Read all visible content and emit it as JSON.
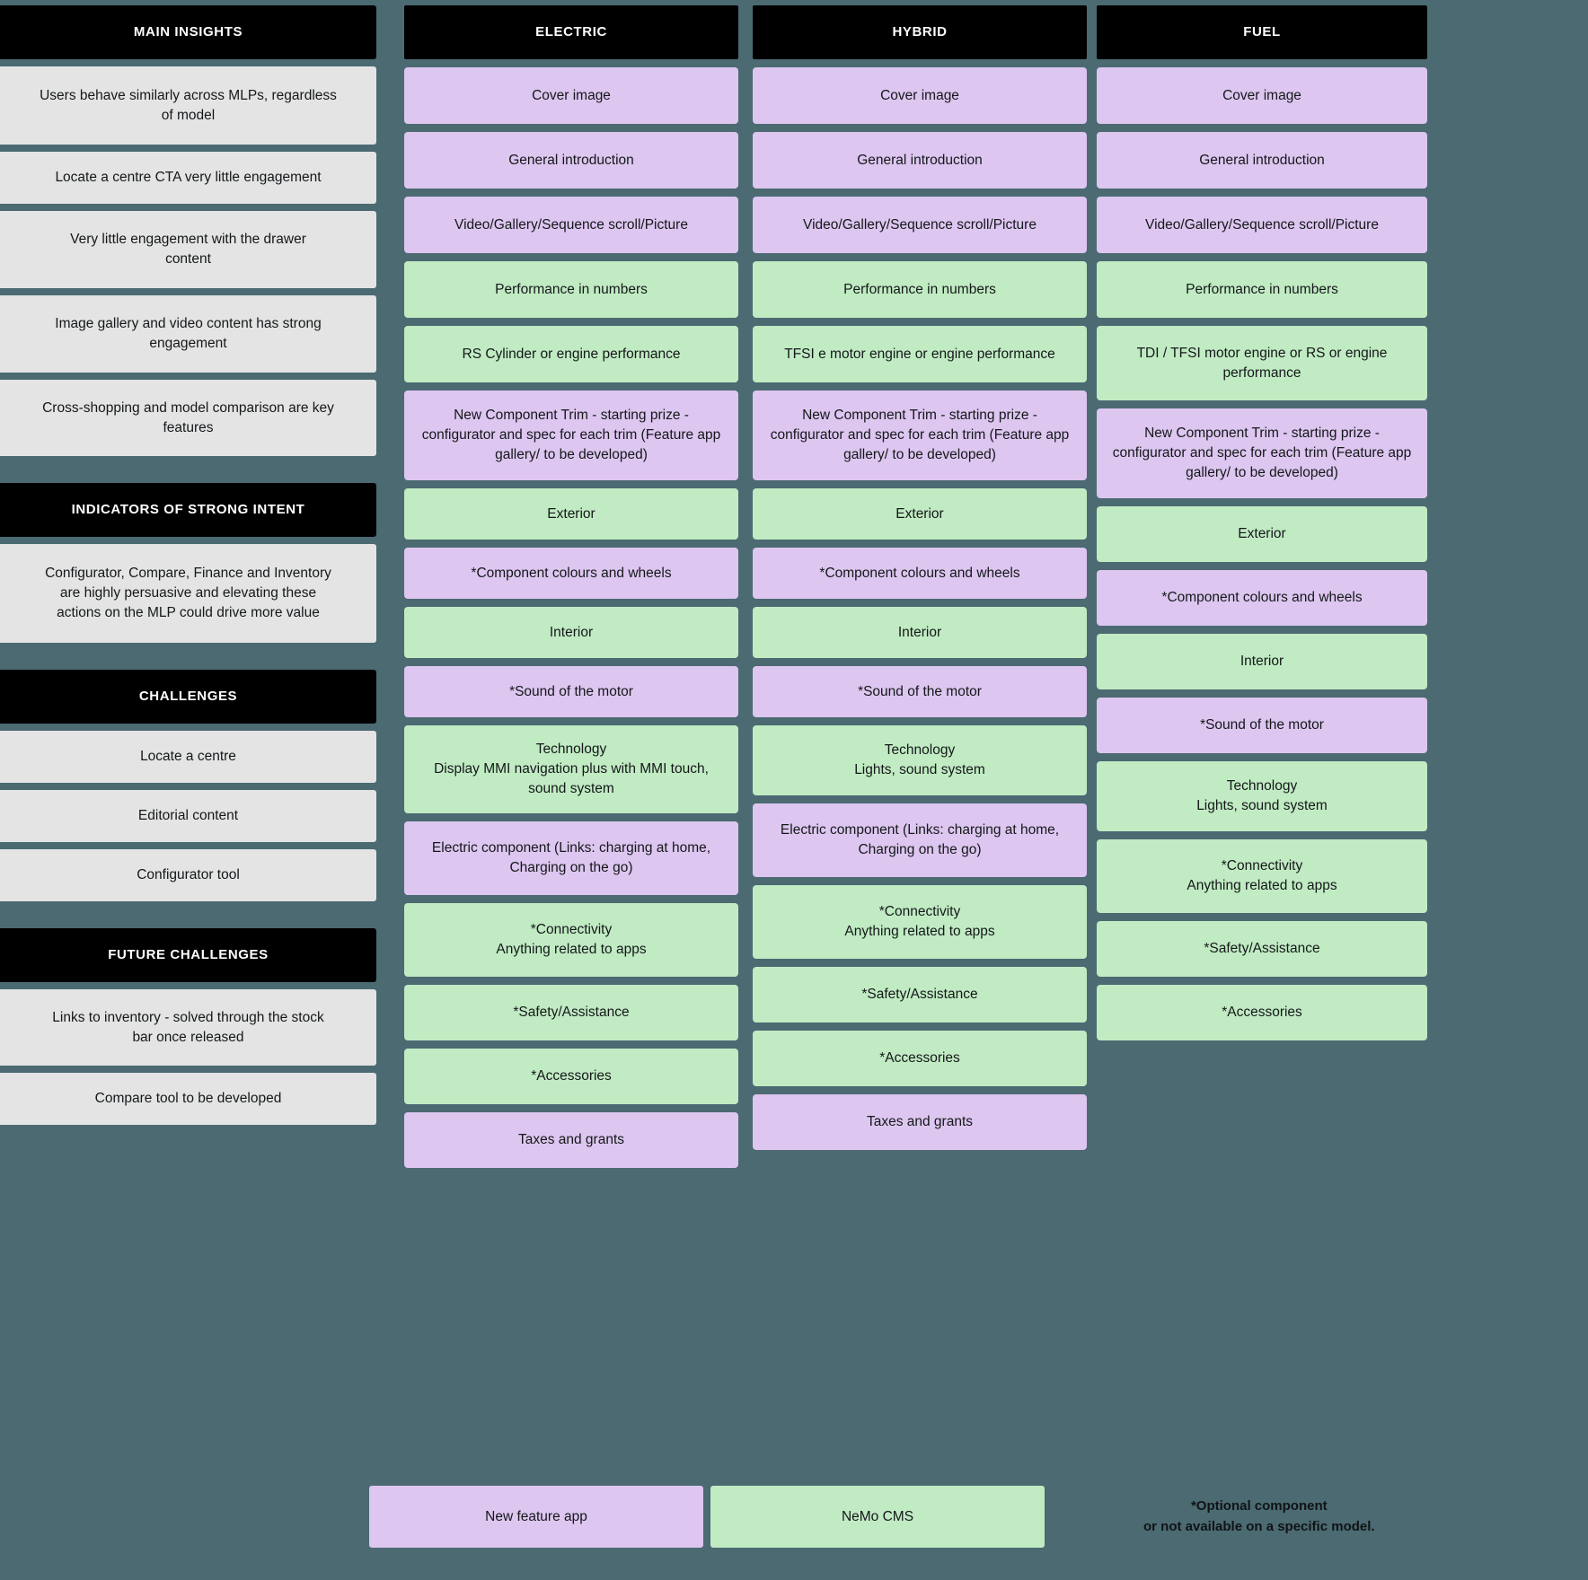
{
  "background_color": "#4b6a72",
  "palette": {
    "header": "#000000",
    "insight_card": "#e4e4e4",
    "purple_card": "#ddc6f0",
    "green_card": "#c1ebc3",
    "text": "#14181a"
  },
  "insights": {
    "sections": [
      {
        "header": "MAIN INSIGHTS",
        "items": [
          {
            "text": "Users behave similarly across MLPs, regardless\nof model",
            "height": 87
          },
          {
            "text": "Locate a centre CTA very little engagement",
            "height": 58
          },
          {
            "text": "Very little engagement with the drawer\ncontent",
            "height": 86
          },
          {
            "text": "Image gallery and video content has strong\nengagement",
            "height": 86
          },
          {
            "text": "Cross-shopping and model comparison are key\nfeatures",
            "height": 85
          }
        ]
      },
      {
        "header": "INDICATORS OF STRONG INTENT",
        "items": [
          {
            "text": "Configurator, Compare, Finance and Inventory\nare highly persuasive and elevating these\nactions on the MLP could drive more value",
            "height": 110
          }
        ]
      },
      {
        "header": "CHALLENGES",
        "items": [
          {
            "text": "Locate a centre",
            "height": 58
          },
          {
            "text": "Editorial content",
            "height": 58
          },
          {
            "text": "Configurator tool",
            "height": 58
          }
        ]
      },
      {
        "header": "FUTURE CHALLENGES",
        "items": [
          {
            "text": "Links to inventory - solved through the stock\nbar once released",
            "height": 85
          },
          {
            "text": "Compare tool to be developed",
            "height": 58
          }
        ]
      }
    ]
  },
  "columns": [
    {
      "id": "electric",
      "header": "ELECTRIC",
      "cards": [
        {
          "text": "Cover image",
          "type": "purple",
          "height": 63
        },
        {
          "text": "General introduction",
          "type": "purple",
          "height": 63
        },
        {
          "text": "Video/Gallery/Sequence scroll/Picture",
          "type": "purple",
          "height": 63
        },
        {
          "text": "Performance in numbers",
          "type": "green",
          "height": 63
        },
        {
          "text": "RS Cylinder or engine performance",
          "type": "green",
          "height": 63
        },
        {
          "text": "New Component Trim - starting prize -\nconfigurator and spec for each trim (Feature app\ngallery/ to be developed)",
          "type": "purple",
          "height": 100
        },
        {
          "text": "Exterior",
          "type": "green",
          "height": 57
        },
        {
          "text": "*Component colours and wheels",
          "type": "purple",
          "height": 57
        },
        {
          "text": "Interior",
          "type": "green",
          "height": 57
        },
        {
          "text": "*Sound of the motor",
          "type": "purple",
          "height": 57
        },
        {
          "text": "Technology\nDisplay MMI navigation plus with MMI touch,\nsound system",
          "type": "green",
          "height": 98
        },
        {
          "text": "Electric component (Links: charging at home,\nCharging on the go)",
          "type": "purple",
          "height": 82
        },
        {
          "text": "*Connectivity\nAnything related to apps",
          "type": "green",
          "height": 82
        },
        {
          "text": "*Safety/Assistance",
          "type": "green",
          "height": 62
        },
        {
          "text": "*Accessories",
          "type": "green",
          "height": 62
        },
        {
          "text": "Taxes and grants",
          "type": "purple",
          "height": 62
        }
      ]
    },
    {
      "id": "hybrid",
      "header": "HYBRID",
      "cards": [
        {
          "text": "Cover image",
          "type": "purple",
          "height": 63
        },
        {
          "text": "General introduction",
          "type": "purple",
          "height": 63
        },
        {
          "text": "Video/Gallery/Sequence scroll/Picture",
          "type": "purple",
          "height": 63
        },
        {
          "text": "Performance in numbers",
          "type": "green",
          "height": 63
        },
        {
          "text": "TFSI e motor engine or engine performance",
          "type": "green",
          "height": 63
        },
        {
          "text": "New Component Trim - starting prize -\nconfigurator and spec for each trim (Feature app\ngallery/ to be developed)",
          "type": "purple",
          "height": 100
        },
        {
          "text": "Exterior",
          "type": "green",
          "height": 57
        },
        {
          "text": "*Component colours and wheels",
          "type": "purple",
          "height": 57
        },
        {
          "text": "Interior",
          "type": "green",
          "height": 57
        },
        {
          "text": "*Sound of the motor",
          "type": "purple",
          "height": 57
        },
        {
          "text": "Technology\nLights, sound system",
          "type": "green",
          "height": 78
        },
        {
          "text": "Electric component (Links: charging at home,\nCharging on the go)",
          "type": "purple",
          "height": 82
        },
        {
          "text": "*Connectivity\nAnything related to apps",
          "type": "green",
          "height": 82
        },
        {
          "text": "*Safety/Assistance",
          "type": "green",
          "height": 62
        },
        {
          "text": "*Accessories",
          "type": "green",
          "height": 62
        },
        {
          "text": "Taxes and grants",
          "type": "purple",
          "height": 62
        }
      ]
    },
    {
      "id": "fuel",
      "header": "FUEL",
      "cards": [
        {
          "text": "Cover image",
          "type": "purple",
          "height": 63
        },
        {
          "text": "General introduction",
          "type": "purple",
          "height": 63
        },
        {
          "text": "Video/Gallery/Sequence scroll/Picture",
          "type": "purple",
          "height": 63
        },
        {
          "text": "Performance in numbers",
          "type": "green",
          "height": 63
        },
        {
          "text": "TDI / TFSI motor engine or RS or engine\nperformance",
          "type": "green",
          "height": 83
        },
        {
          "text": "New Component Trim - starting prize -\nconfigurator and spec for each trim (Feature app\ngallery/ to be developed)",
          "type": "purple",
          "height": 100
        },
        {
          "text": "Exterior",
          "type": "green",
          "height": 62
        },
        {
          "text": "*Component colours and wheels",
          "type": "purple",
          "height": 62
        },
        {
          "text": "Interior",
          "type": "green",
          "height": 62
        },
        {
          "text": "*Sound of the motor",
          "type": "purple",
          "height": 62
        },
        {
          "text": "Technology\nLights, sound system",
          "type": "green",
          "height": 78
        },
        {
          "text": "*Connectivity\nAnything related to apps",
          "type": "green",
          "height": 82
        },
        {
          "text": "*Safety/Assistance",
          "type": "green",
          "height": 62
        },
        {
          "text": "*Accessories",
          "type": "green",
          "height": 62
        }
      ]
    }
  ],
  "legend": {
    "new_feature_app": "New feature app",
    "nemo_cms": "NeMo CMS",
    "note": "*Optional component\nor not available on a specific model."
  }
}
